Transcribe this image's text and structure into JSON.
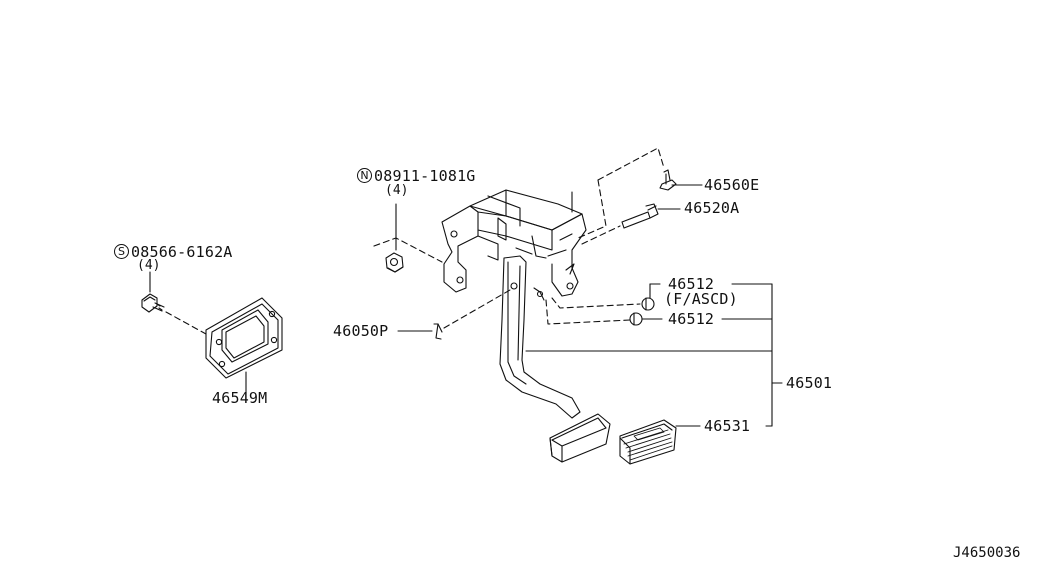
{
  "diagram_ref": "J4650036",
  "callouts": {
    "nut": {
      "prefix": "N",
      "number": "08911-1081G",
      "qty": "(4)"
    },
    "bolt": {
      "prefix": "S",
      "number": "08566-6162A",
      "qty": "(4)"
    },
    "spacer": {
      "number": "46549M"
    },
    "clip_pin": {
      "number": "46050P"
    },
    "screw": {
      "number": "46560E"
    },
    "pivot_bolt": {
      "number": "46520A"
    },
    "bushing_ascd": {
      "number": "46512",
      "note": "(F/ASCD)"
    },
    "bushing": {
      "number": "46512"
    },
    "pedal_assembly": {
      "number": "46501"
    },
    "pedal_pad": {
      "number": "46531"
    }
  }
}
